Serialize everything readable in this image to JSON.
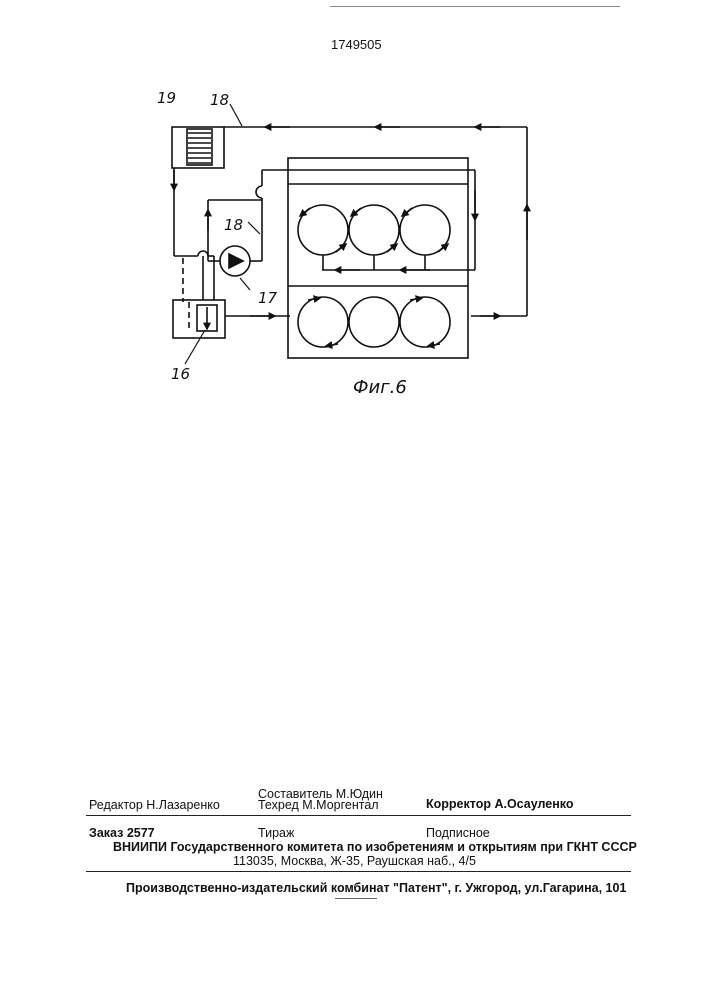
{
  "patent_number": "1749505",
  "figure": {
    "caption": "Фиг.6",
    "labels": {
      "l19": "19",
      "l18_top": "18",
      "l18_mid": "18",
      "l17": "17",
      "l16": "16"
    }
  },
  "footer": {
    "compiler": "Составитель М.Юдин",
    "editor": "Редактор  Н.Лазаренко",
    "techred": "Техред М.Моргентал",
    "corrector": "Корректор  А.Осауленко",
    "order": "Заказ  2577",
    "print_run": "Тираж",
    "subscription": "Подписное",
    "institute": "ВНИИПИ Государственного комитета по изобретениям и открытиям при ГКНТ СССР",
    "address": "113035, Москва, Ж-35, Раушская наб., 4/5",
    "publisher": "Производственно-издательский комбинат \"Патент\", г. Ужгород, ул.Гагарина, 101"
  }
}
